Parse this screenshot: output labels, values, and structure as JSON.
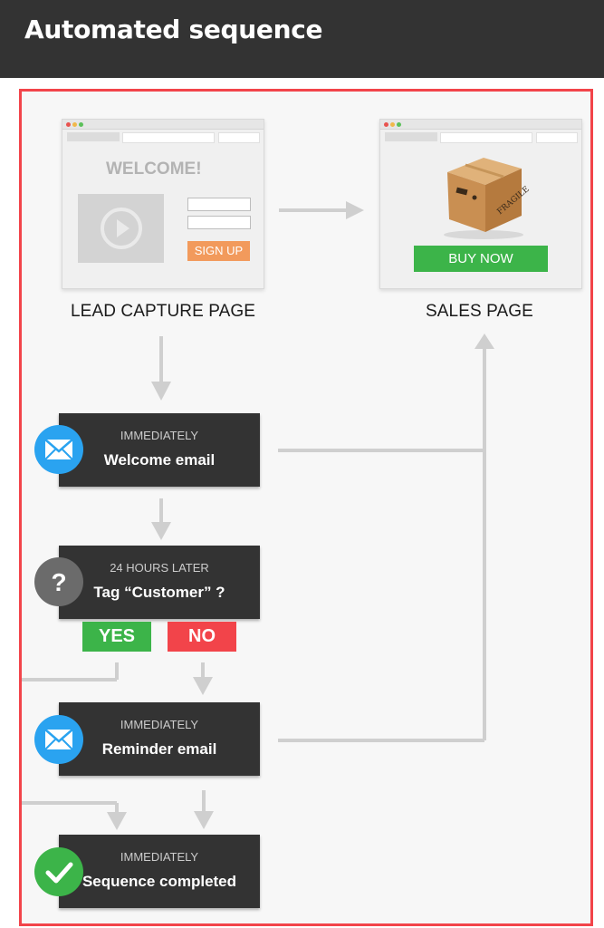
{
  "header": {
    "title": "Automated sequence"
  },
  "lead_page": {
    "label": "LEAD CAPTURE PAGE",
    "welcome": "WELCOME!",
    "button": "SIGN UP"
  },
  "sales_page": {
    "label": "SALES PAGE",
    "button": "BUY NOW",
    "box_stamp": "FRAGILE"
  },
  "steps": [
    {
      "time": "IMMEDIATELY",
      "name": "Welcome email",
      "icon": "email-icon"
    },
    {
      "time": "24 HOURS LATER",
      "name": "Tag “Customer” ?",
      "icon": "question-icon"
    },
    {
      "time": "IMMEDIATELY",
      "name": "Reminder email",
      "icon": "email-icon"
    },
    {
      "time": "IMMEDIATELY",
      "name": "Sequence completed",
      "icon": "check-icon"
    }
  ],
  "decision": {
    "yes": "YES",
    "no": "NO"
  },
  "colors": {
    "header_bg": "#333333",
    "frame_border": "#f2444a",
    "step_bg": "#333333",
    "email_blue": "#2aa3f0",
    "question_gray": "#6b6b6b",
    "check_green": "#3cb449",
    "yes_green": "#3cb449",
    "no_red": "#f2444a",
    "signup_orange": "#f29a5c",
    "buy_green": "#3cb449",
    "connector": "#cfcfcf"
  }
}
